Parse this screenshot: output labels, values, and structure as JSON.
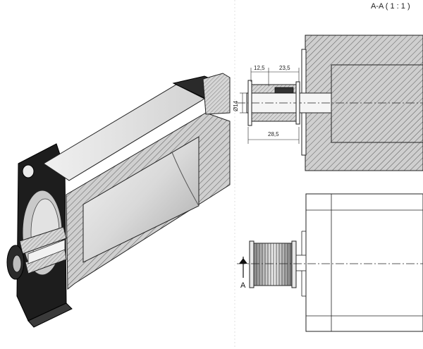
{
  "views": {
    "section_title": "A-A  ( 1 : 1 )",
    "section_letter": "A"
  },
  "dimensions": {
    "d1": "12,5",
    "d2": "23,5",
    "d3": "28,5",
    "diameter": "Ø14"
  },
  "colors": {
    "line": "#222222",
    "hatch": "#555555",
    "solid_dark": "#1c1c1c",
    "face_light": "#e6e6e6",
    "face_mid": "#bdbdbd"
  }
}
